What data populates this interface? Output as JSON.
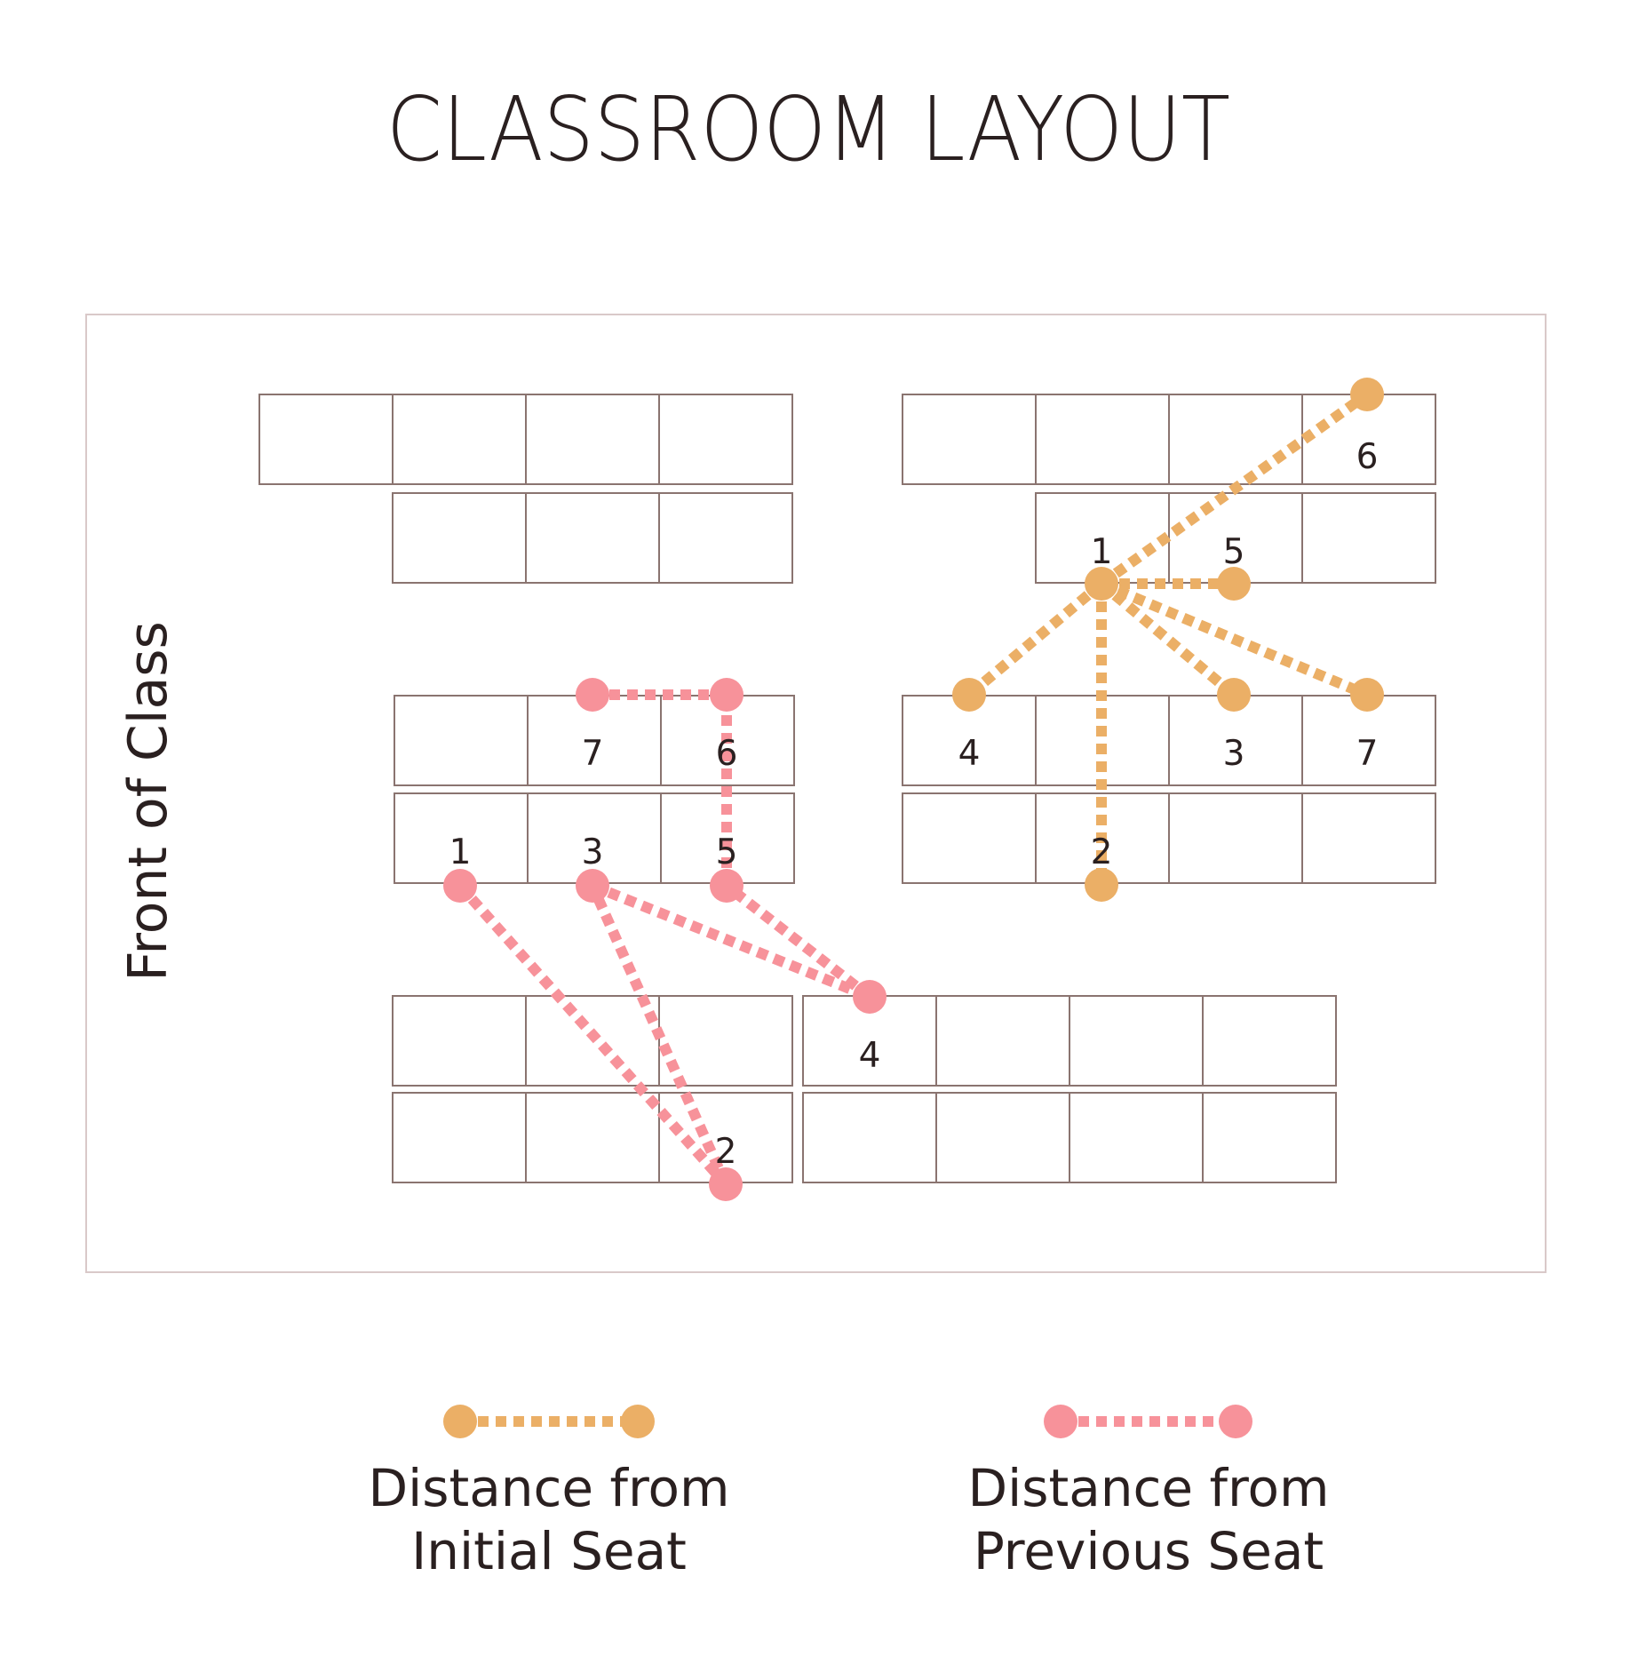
{
  "title": "CLASSROOM LAYOUT",
  "front_label": "Front of Class",
  "colors": {
    "initial": "#ebaf66",
    "previous": "#f7929a",
    "desk_stroke": "#8a7470",
    "room_stroke": "#d9c9c9",
    "text": "#2a2020"
  },
  "paths": {
    "initial": {
      "name": "Distance from Initial Seat",
      "sequence": [
        {
          "label": "1"
        },
        {
          "label": "2"
        },
        {
          "label": "3"
        },
        {
          "label": "4"
        },
        {
          "label": "5"
        },
        {
          "label": "6"
        },
        {
          "label": "7"
        }
      ]
    },
    "previous": {
      "name": "Distance from Previous Seat",
      "sequence": [
        {
          "label": "1"
        },
        {
          "label": "2"
        },
        {
          "label": "3"
        },
        {
          "label": "4"
        },
        {
          "label": "5"
        },
        {
          "label": "6"
        },
        {
          "label": "7"
        }
      ]
    }
  },
  "legend": {
    "initial": {
      "line1": "Distance from",
      "line2": "Initial Seat"
    },
    "previous": {
      "line1": "Distance from",
      "line2": "Previous Seat"
    }
  }
}
